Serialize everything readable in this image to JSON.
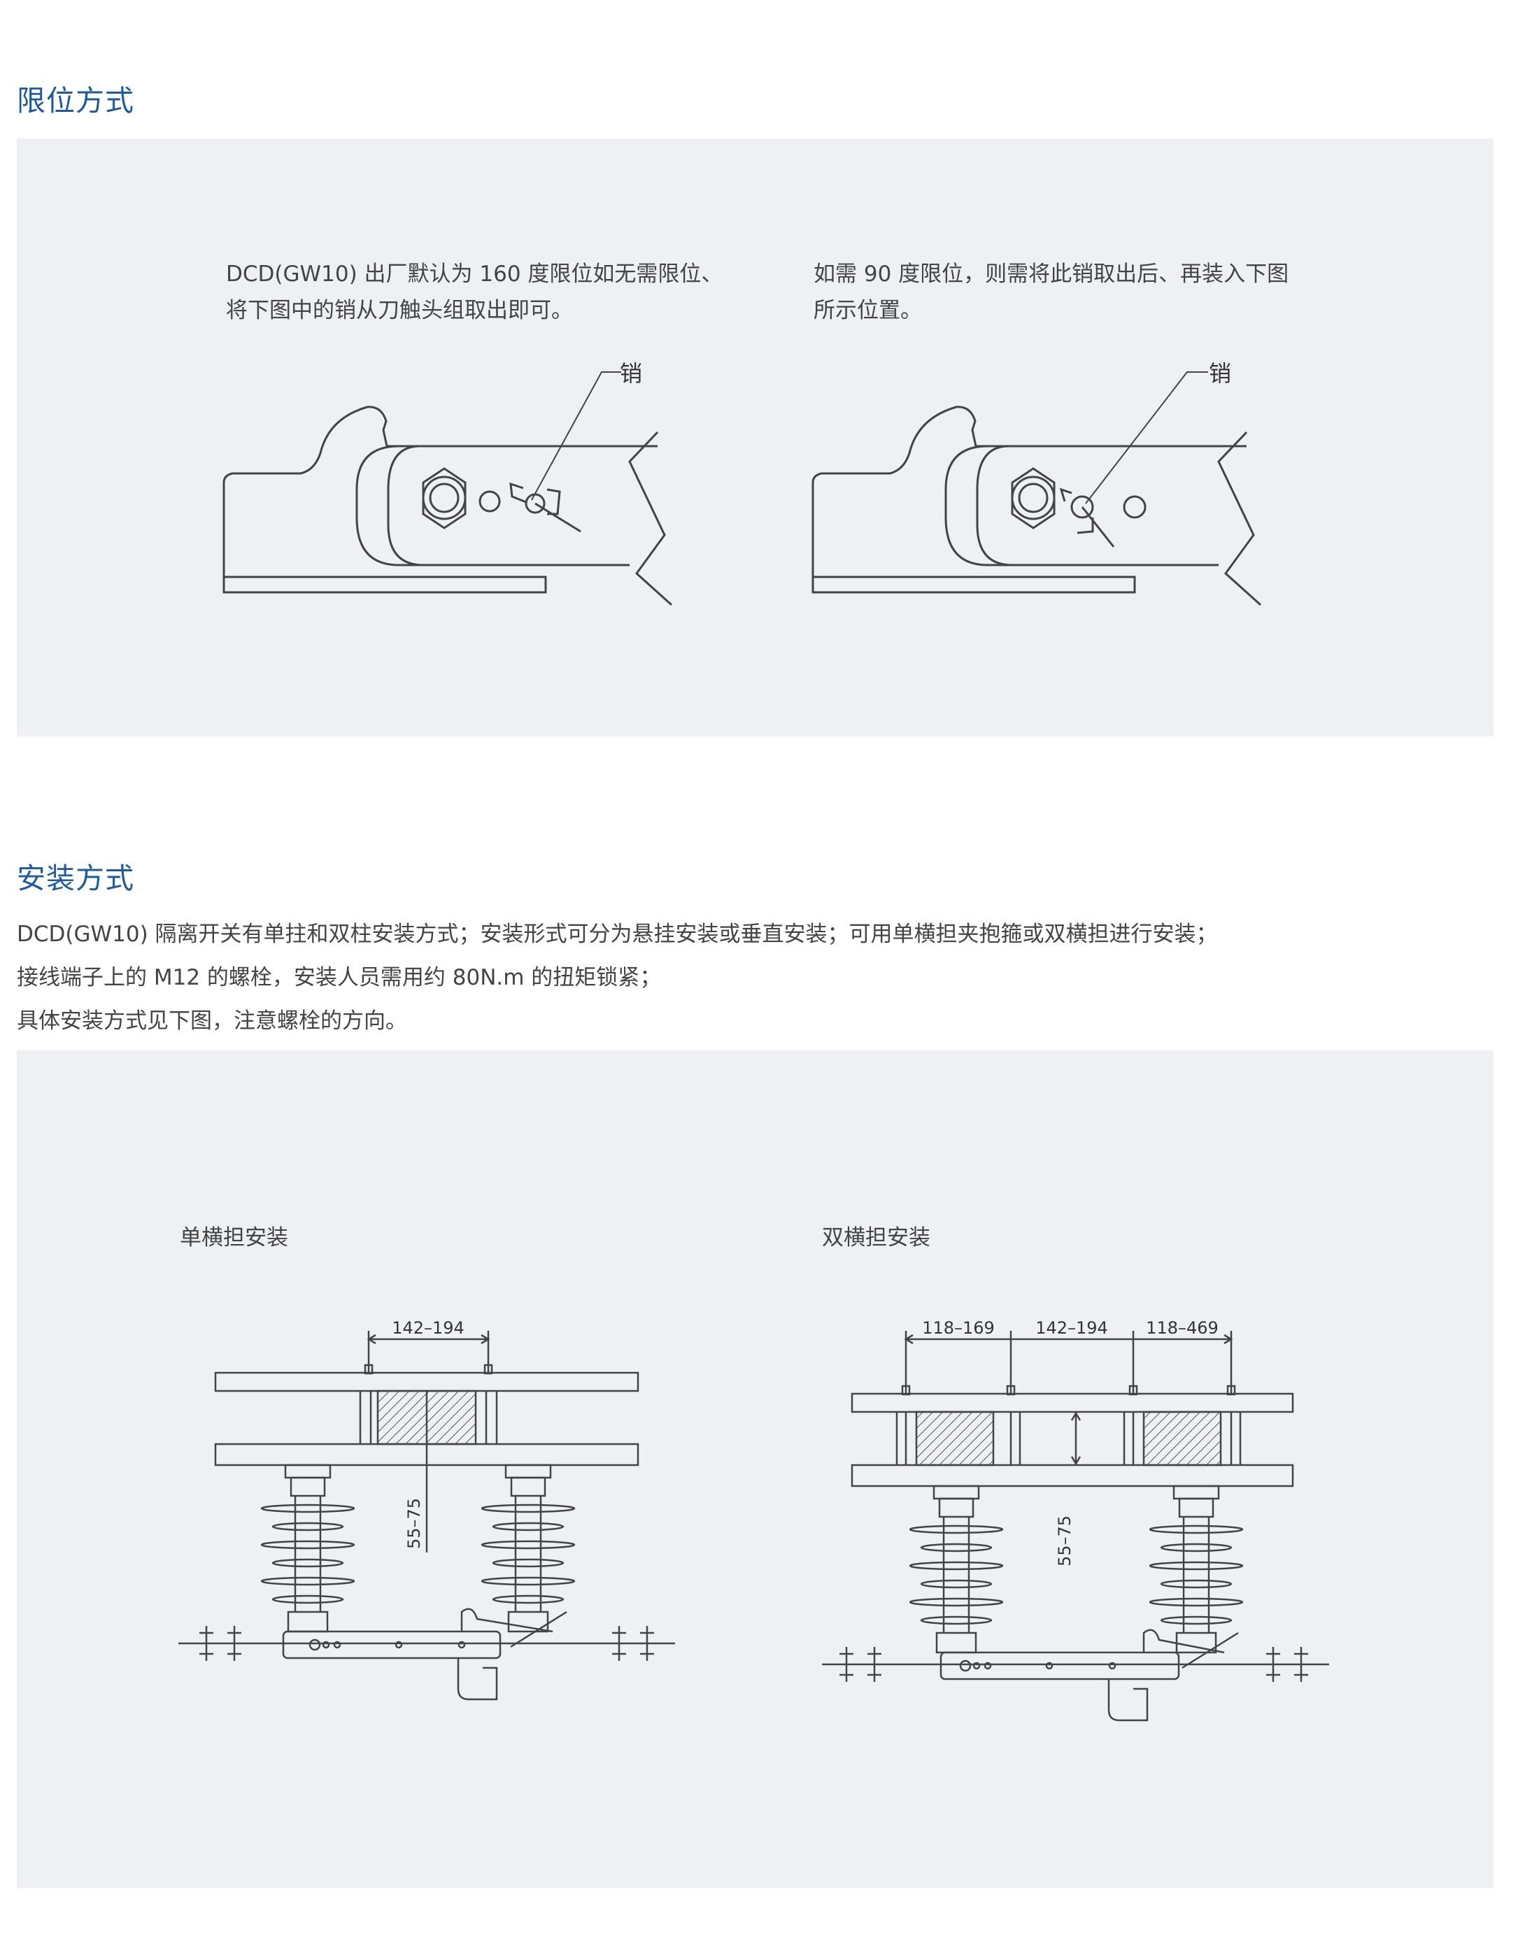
{
  "limit": {
    "title": "限位方式",
    "note_left_1": "DCD(GW10) 出厂默认为 160 度限位如无需限位、",
    "note_left_2": "将下图中的销从刀触头组取出即可。",
    "note_right_1": "如需 90 度限位，则需将此销取出后、再装入下图",
    "note_right_2": "所示位置。",
    "pin_label": "销"
  },
  "install": {
    "title": "安装方式",
    "line1": "DCD(GW10) 隔离开关有单拄和双柱安装方式；安装形式可分为悬挂安装或垂直安装；可用单横担夹抱箍或双横担进行安装；",
    "line2": "接线端子上的 M12 的螺栓，安装人员需用约 80N.m 的扭矩锁紧；",
    "line3": "具体安装方式见下图，注意螺栓的方向。",
    "single_caption": "单横担安装",
    "double_caption": "双横担安装",
    "single_dim_top": "142–194",
    "single_dim_vert": "55–75",
    "double_dim_a": "118–169",
    "double_dim_b": "142–194",
    "double_dim_c": "118–469",
    "double_dim_vert": "55–75"
  }
}
